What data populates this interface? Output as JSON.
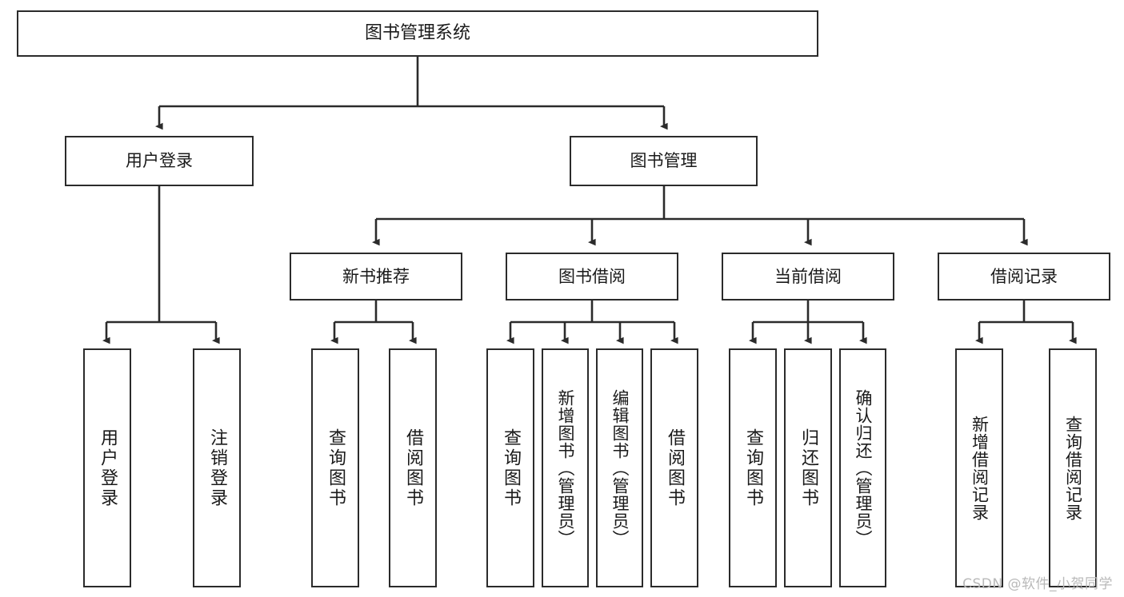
{
  "diagram": {
    "title": "图书管理系统",
    "type": "tree-hierarchy-diagram",
    "colors": {
      "box_border": "#2b2b2b",
      "box_fill": "#ffffff",
      "edge": "#2b2b2b",
      "text": "#1a1a1a",
      "background": "#ffffff",
      "watermark": "#b9b9b9"
    },
    "watermark": "CSDN @软件_小贺同学"
  },
  "nodes": {
    "root": {
      "label": "图书管理系统"
    },
    "level1": [
      {
        "label": "用户登录"
      },
      {
        "label": "图书管理"
      }
    ],
    "level2": [
      {
        "label": "新书推荐"
      },
      {
        "label": "图书借阅"
      },
      {
        "label": "当前借阅"
      },
      {
        "label": "借阅记录"
      }
    ],
    "leaves": {
      "user_login": [
        {
          "label": "用户登录"
        },
        {
          "label": "注销登录"
        }
      ],
      "new_book_recommend": [
        {
          "label": "查询图书"
        },
        {
          "label": "借阅图书"
        }
      ],
      "book_borrow": [
        {
          "label": "查询图书"
        },
        {
          "label": "新增图书（管理员）"
        },
        {
          "label": "编辑图书（管理员）"
        },
        {
          "label": "借阅图书"
        }
      ],
      "current_borrow": [
        {
          "label": "查询图书"
        },
        {
          "label": "归还图书"
        },
        {
          "label": "确认归还（管理员）"
        }
      ],
      "borrow_record": [
        {
          "label": "新增借阅记录"
        },
        {
          "label": "查询借阅记录"
        }
      ]
    }
  }
}
